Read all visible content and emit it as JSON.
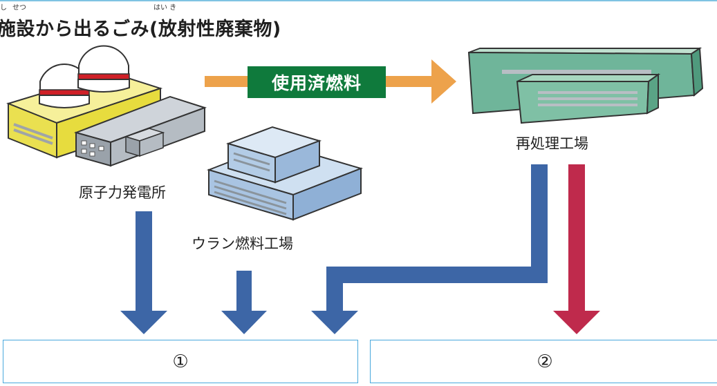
{
  "title": "施設から出るごみ(放射性廃棄物)",
  "ruby": {
    "r1": "し",
    "r2": "せつ",
    "r3": "はい き"
  },
  "labels": {
    "nuclear_power_plant": "原子力発電所",
    "uranium_fuel_plant": "ウラン燃料工場",
    "reprocessing_plant": "再処理工場",
    "spent_fuel": "使用済燃料"
  },
  "answer_boxes": {
    "box1": "①",
    "box2": "②"
  },
  "colors": {
    "blue_arrow": "#3d66a6",
    "red_arrow": "#bf2a4c",
    "orange_arrow": "#eda24b",
    "green_label": "#0f7a3c",
    "box_border": "#48a8dc"
  }
}
